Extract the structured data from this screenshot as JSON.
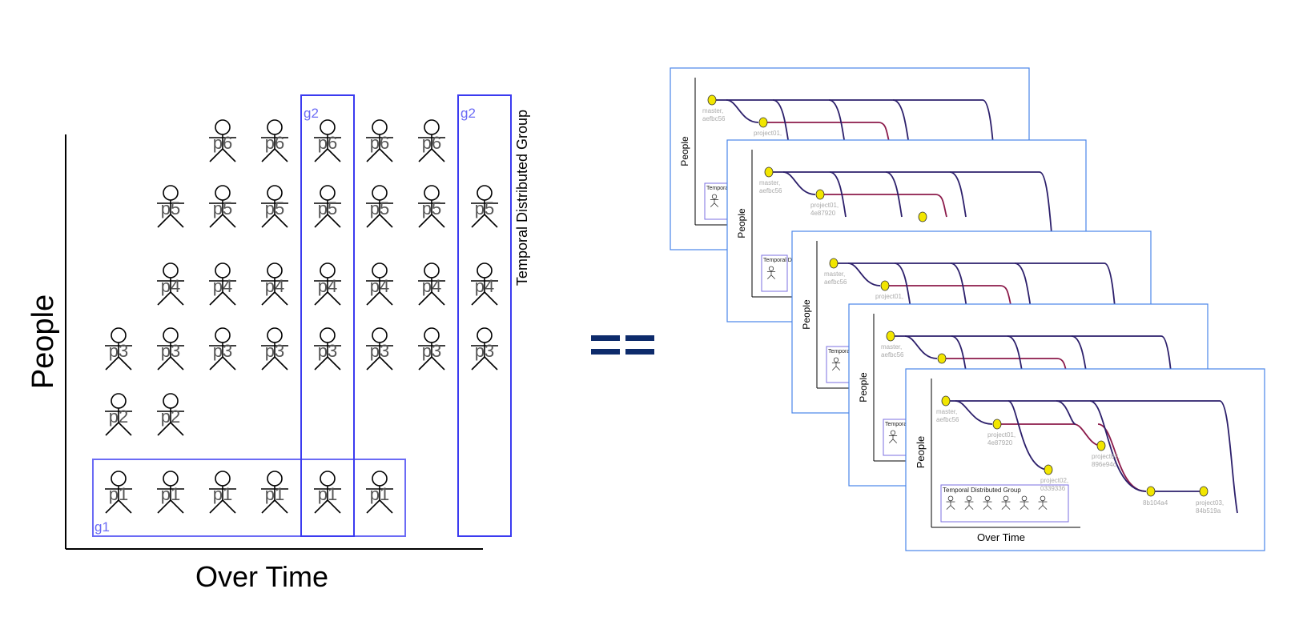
{
  "left_diagram": {
    "y_axis_label": "People",
    "x_axis_label": "Over Time",
    "side_label": "Temporal Distributed Group",
    "group_labels": [
      "g1",
      "g2",
      "g2"
    ],
    "group_color": "#5b5bf0",
    "grid": [
      {
        "label": "p6",
        "columns": [
          3,
          4,
          5,
          6,
          7
        ]
      },
      {
        "label": "p5",
        "columns": [
          2,
          3,
          4,
          5,
          6,
          7,
          8
        ]
      },
      {
        "label": "p4",
        "columns": [
          2,
          3,
          4,
          5,
          6,
          7,
          8
        ]
      },
      {
        "label": "p3",
        "columns": [
          1,
          2,
          3,
          4,
          5,
          6,
          7,
          8
        ]
      },
      {
        "label": "p2",
        "columns": [
          1,
          2
        ]
      },
      {
        "label": "p1",
        "columns": [
          1,
          2,
          3,
          4,
          5,
          6
        ]
      }
    ]
  },
  "equals_sign": "==",
  "equals_color": "#0d2b6b",
  "snapshot_stack": {
    "count": 5,
    "frame_border_color": "#4a86e8",
    "branch_colors": {
      "master": "#2c1f6b",
      "project": "#8b1a4a",
      "node": "#f2e600"
    },
    "front": {
      "y_axis_label": "People",
      "x_axis_label": "Over Time",
      "group_box_title": "Temporal Distributed Group",
      "actor_count": 6,
      "node_labels": [
        {
          "line1": "master,",
          "line2": "aefbc56"
        },
        {
          "line1": "project01,",
          "line2": "4e87920"
        },
        {
          "line1": "project02,",
          "line2": "0339336"
        },
        {
          "line1": "project02,",
          "line2": "896e94c"
        },
        {
          "line1": "8b104a4",
          "line2": ""
        },
        {
          "line1": "project03,",
          "line2": "84b519a"
        }
      ]
    },
    "back_frames": [
      {
        "y_axis_label": "People",
        "group_box_title": "Tempora",
        "node_labels": [
          "master,",
          "aefbc56",
          "project01,"
        ]
      },
      {
        "y_axis_label": "People",
        "group_box_title": "Temporal Di",
        "node_labels": [
          "master,",
          "aefbc56",
          "project01,",
          "4e87920"
        ]
      },
      {
        "y_axis_label": "People",
        "group_box_title": "Tempora",
        "node_labels": [
          "master,",
          "aefbc56",
          "project01,"
        ]
      },
      {
        "y_axis_label": "People",
        "group_box_title": "Tempora",
        "node_labels": [
          "master,",
          "aefbc56"
        ]
      }
    ]
  }
}
